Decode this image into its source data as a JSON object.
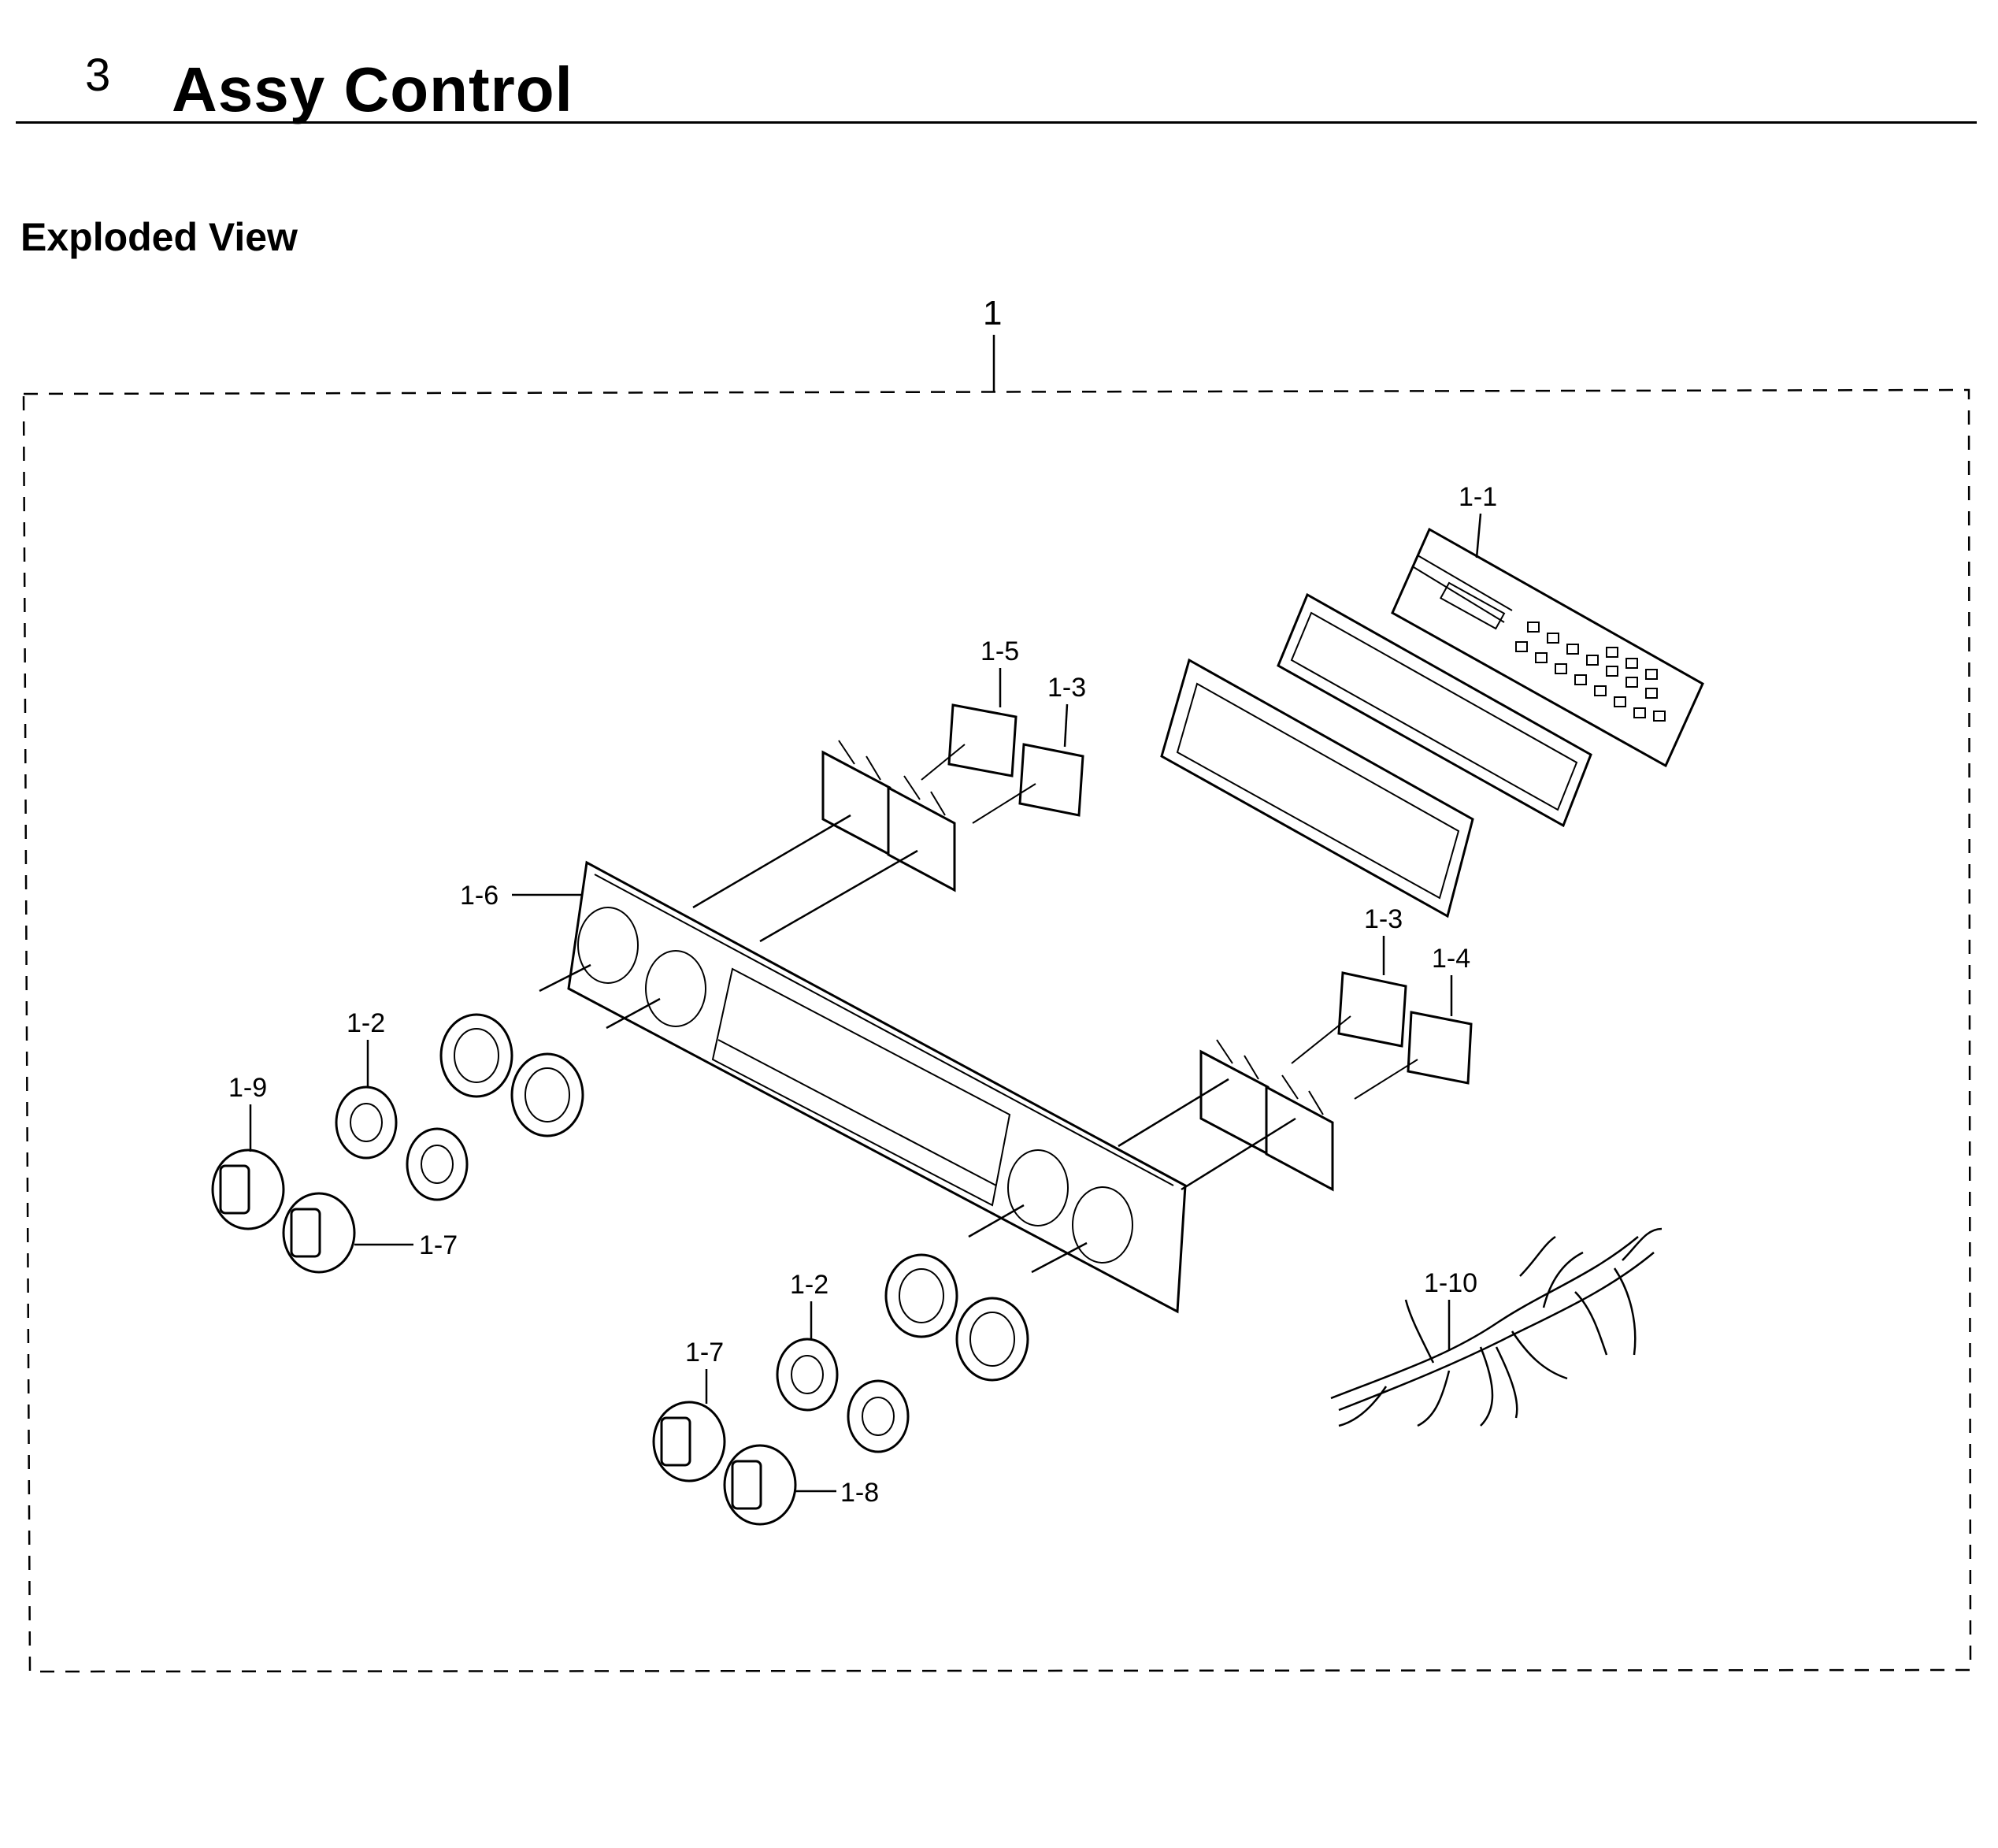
{
  "header": {
    "section_number": "3",
    "title": "Assy Control",
    "subtitle": "Exploded View"
  },
  "diagram": {
    "assembly_label": "1",
    "labels": {
      "p1_1": "1-1",
      "p1_5": "1-5",
      "p1_3a": "1-3",
      "p1_6": "1-6",
      "p1_3b": "1-3",
      "p1_4": "1-4",
      "p1_2a": "1-2",
      "p1_9": "1-9",
      "p1_7a": "1-7",
      "p1_10": "1-10",
      "p1_2b": "1-2",
      "p1_7b": "1-7",
      "p1_8": "1-8"
    }
  }
}
